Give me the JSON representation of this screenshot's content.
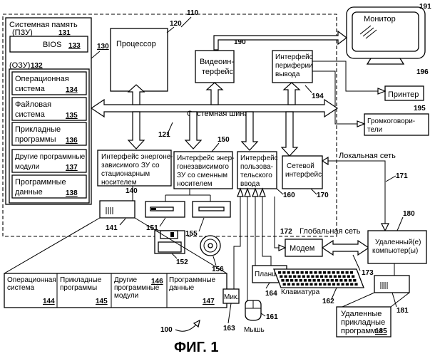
{
  "figure": {
    "title": "ФИГ. 1",
    "ref": "100"
  },
  "system": {
    "ref": "110"
  },
  "sysmem": {
    "title": "Системная память",
    "ref": "130"
  },
  "rom": {
    "label": "(ПЗУ)",
    "ref": "131",
    "bios": "BIOS",
    "bios_ref": "133"
  },
  "ram": {
    "label": "(ОЗУ)",
    "ref": "132"
  },
  "ram_items": [
    {
      "l1": "Операционная",
      "l2": "система",
      "ref": "134"
    },
    {
      "l1": "Файловая",
      "l2": "система",
      "ref": "135"
    },
    {
      "l1": "Прикладные",
      "l2": "программы",
      "ref": "136"
    },
    {
      "l1": "Другие программные",
      "l2": "модули",
      "ref": "137"
    },
    {
      "l1": "Программные",
      "l2": "данные",
      "ref": "138"
    }
  ],
  "cpu": {
    "label": "Процессор",
    "ref": "120"
  },
  "video": {
    "l1": "Видеоин-",
    "l2": "терфейс",
    "ref": "190"
  },
  "periph": {
    "l1": "Интерфейс",
    "l2": "периферии",
    "l3": "вывода",
    "ref": "194"
  },
  "monitor": {
    "label": "Монитор",
    "ref": "191"
  },
  "printer": {
    "label": "Принтер",
    "ref": "196"
  },
  "speakers": {
    "l1": "Громкоговори-",
    "l2": "тели",
    "ref": "195"
  },
  "bus": {
    "label": "Системная шина",
    "ref": "121"
  },
  "nv_fixed": {
    "l1": "Интерфейс энергоне-",
    "l2": "зависимого ЗУ со",
    "l3": "стационарным",
    "l4": "носителем",
    "ref": "140"
  },
  "nv_removable": {
    "l1": "Интерфейс энер-",
    "l2": "гонезависимого",
    "l3": "ЗУ со сменным",
    "l4": "носителем",
    "ref": "150"
  },
  "user_input": {
    "l1": "Интерфейс",
    "l2": "пользова-",
    "l3": "тельского",
    "l4": "ввода",
    "ref": "160"
  },
  "net_if": {
    "l1": "Сетевой",
    "l2": "интерфейс",
    "ref": "170"
  },
  "lan": {
    "label": "Локальная сеть",
    "ref": "171"
  },
  "wan": {
    "label": "Глобальная сеть",
    "ref": "173"
  },
  "modem": {
    "label": "Модем",
    "ref": "172"
  },
  "remote": {
    "l1": "Удаленный(е)",
    "l2": "компьютер(ы)",
    "ref": "180"
  },
  "remote_apps": {
    "l1": "Удаленные",
    "l2": "прикладные",
    "l3": "программы",
    "ref": "185",
    "ref2": "181"
  },
  "tablet": {
    "label": "Планшет",
    "ref": "164"
  },
  "keyboard": {
    "label": "Клавиатура",
    "ref": "162"
  },
  "mic": {
    "label": "Мик.",
    "ref": "163"
  },
  "mouse": {
    "label": "Мышь",
    "ref": "161"
  },
  "disk_refs": {
    "hdd": "141",
    "floppy_drive": "151",
    "floppy": "152",
    "cd_drive": "155",
    "cd": "156"
  },
  "storage_items": [
    {
      "l1": "Операционная",
      "l2": "система",
      "ref": "144"
    },
    {
      "l1": "Прикладные",
      "l2": "программы",
      "ref": "145"
    },
    {
      "l1": "Другие",
      "l2": "программные",
      "l3": "модули",
      "ref": "146"
    },
    {
      "l1": "Программные",
      "l2": "данные",
      "ref": "147"
    }
  ]
}
